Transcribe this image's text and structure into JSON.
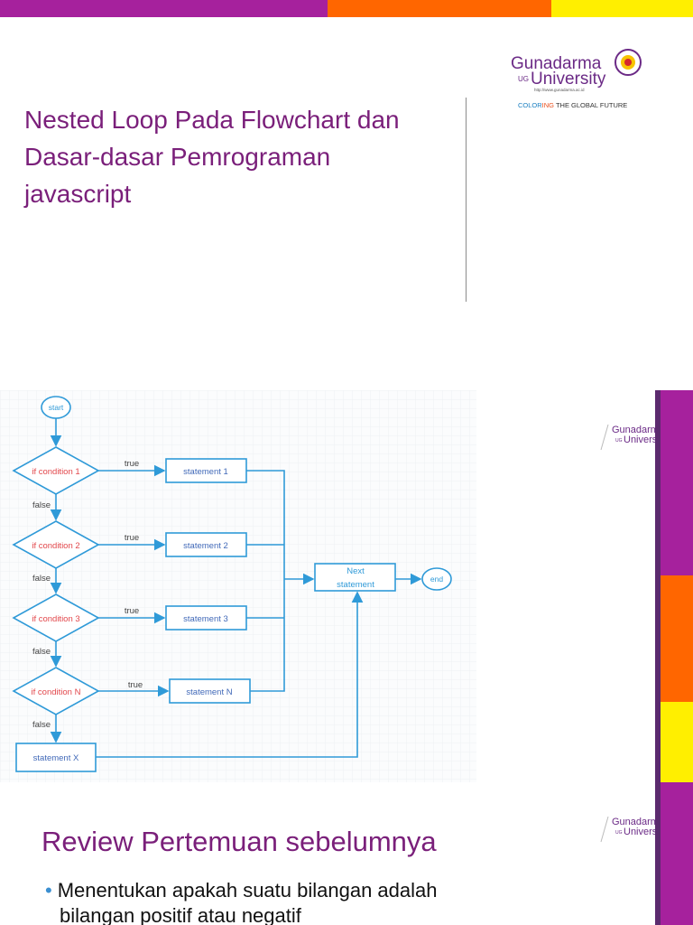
{
  "colors": {
    "purple": "#a6219d",
    "orange": "#ff6600",
    "yellow": "#ffef00",
    "title": "#7a1f7a",
    "flow": "#2f9ad8",
    "cond": "#e2474b",
    "stmt": "#4169b8"
  },
  "slide1": {
    "title_lines": [
      "Nested Loop Pada Flowchart dan",
      "Dasar-dasar Pemrograman",
      "javascript"
    ],
    "logo": {
      "name": "Gunadarma",
      "ug": "UG",
      "university": "University",
      "url": "http://www.gunadarma.ac.id",
      "tagline_a": "COLOR",
      "tagline_b": "ING",
      "tagline_c": " THE GLOBAL FUTURE"
    }
  },
  "slide2": {
    "logo": {
      "name": "Gunadarma",
      "ug": "UG",
      "university": "University"
    },
    "flowchart": {
      "start": "start",
      "end": "end",
      "conditions": [
        "if condition 1",
        "if condition 2",
        "if condition 3",
        "if condition N"
      ],
      "statements": [
        "statement 1",
        "statement 2",
        "statement 3",
        "statement N"
      ],
      "true_label": "true",
      "false_label": "false",
      "else_statement": "statement X",
      "next_line1": "Next",
      "next_line2": "statement"
    }
  },
  "slide3": {
    "logo": {
      "name": "Gunadarma",
      "ug": "UG",
      "university": "University"
    },
    "title": "Review Pertemuan sebelumnya",
    "bullet_line1": "Menentukan apakah  suatu  bilangan adalah",
    "bullet_line2": "bilangan positif  atau negatif"
  }
}
